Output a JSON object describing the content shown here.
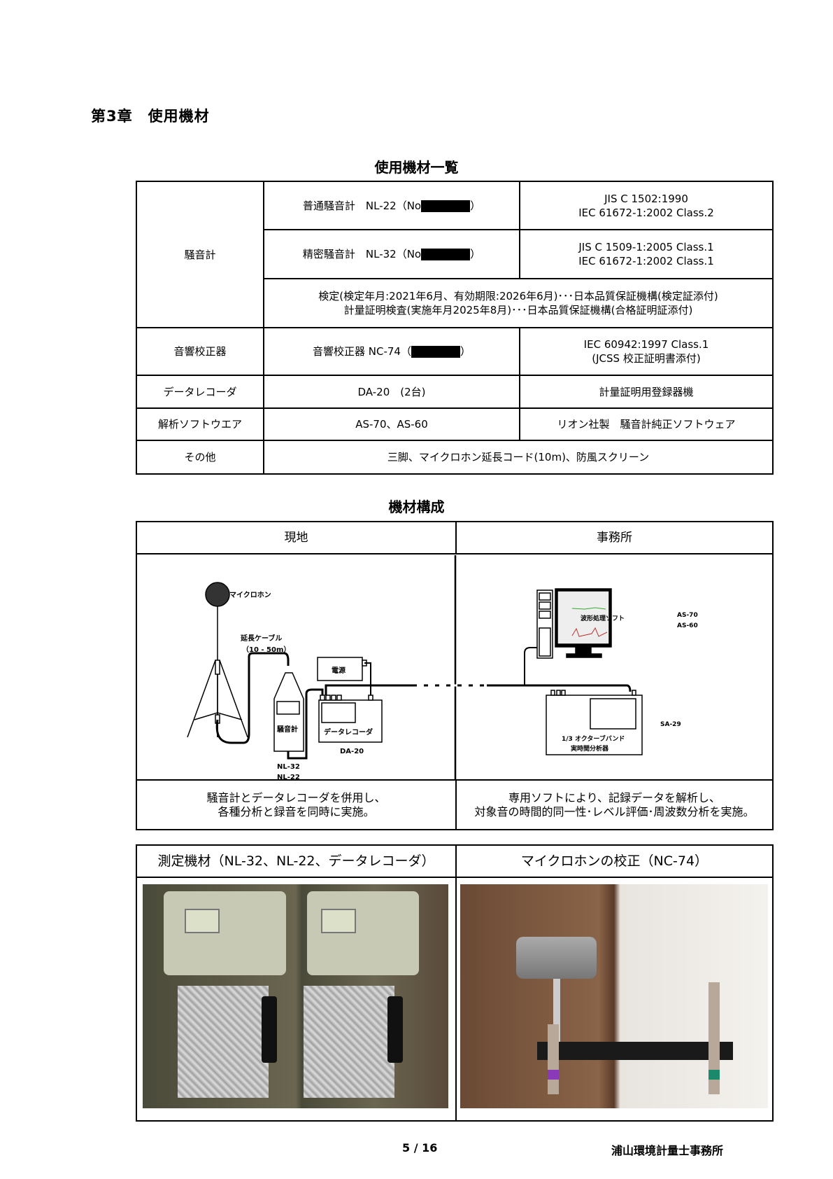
{
  "chapter": {
    "number": "第3章",
    "title": "使用機材"
  },
  "equipment_table": {
    "title": "使用機材一覧",
    "rows": [
      {
        "category": "騒音計",
        "model": "普通騒音計　NL-22（No",
        "model_close": "）",
        "standard": [
          "JIS C 1502:1990",
          "IEC 61672-1:2002 Class.2"
        ]
      },
      {
        "model": "精密騒音計　NL-32（No",
        "model_close": "）",
        "standard": [
          "JIS C 1509-1:2005 Class.1",
          "IEC 61672-1:2002 Class.1"
        ]
      },
      {
        "note": [
          "検定(検定年月:2021年6月、有効期限:2026年6月)･･･日本品質保証機構(検定証添付)",
          "計量証明検査(実施年月2025年8月)･･･日本品質保証機構(合格証明証添付)"
        ]
      },
      {
        "category": "音響校正器",
        "model": "音響校正器 NC-74（",
        "model_close": "）",
        "standard": [
          "IEC 60942:1997 Class.1",
          "(JCSS 校正証明書添付)"
        ]
      },
      {
        "category": "データレコーダ",
        "model": "DA-20　(2台)",
        "standard": [
          "計量証明用登録器機"
        ]
      },
      {
        "category": "解析ソフトウエア",
        "model": "AS-70、AS-60",
        "standard": [
          "リオン社製　騒音計純正ソフトウェア"
        ]
      },
      {
        "category": "その他",
        "model": "三脚、マイクロホン延長コード(10m)、防風スクリーン"
      }
    ]
  },
  "config_table": {
    "title": "機材構成",
    "headers": [
      "現地",
      "事務所"
    ],
    "diagram": {
      "mic": "マイクロホン",
      "cable": "延長ケーブル",
      "cable_len": "（10 - 50m）",
      "power": "電源",
      "meter": "騒音計",
      "recorder": "データレコーダ",
      "meter_models": [
        "NL-32",
        "NL-22"
      ],
      "recorder_model": "DA-20",
      "software": "波形処理ソフト",
      "software_models": [
        "AS-70",
        "AS-60"
      ],
      "analyzer": [
        "1/3 オクターブバンド",
        "実時間分析器"
      ],
      "analyzer_model": "SA-29"
    },
    "captions": [
      [
        "騒音計とデータレコーダを併用し、",
        "各種分析と録音を同時に実施。"
      ],
      [
        "専用ソフトにより、記録データを解析し、",
        "対象音の時間的同一性･レベル評価･周波数分析を実施。"
      ]
    ]
  },
  "photo_table": {
    "headers": [
      "測定機材（NL-32、NL-22、データレコーダ）",
      "マイクロホンの校正（NC-74）"
    ]
  },
  "footer": {
    "page": "5 / 16",
    "office": "浦山環境計量士事務所"
  }
}
